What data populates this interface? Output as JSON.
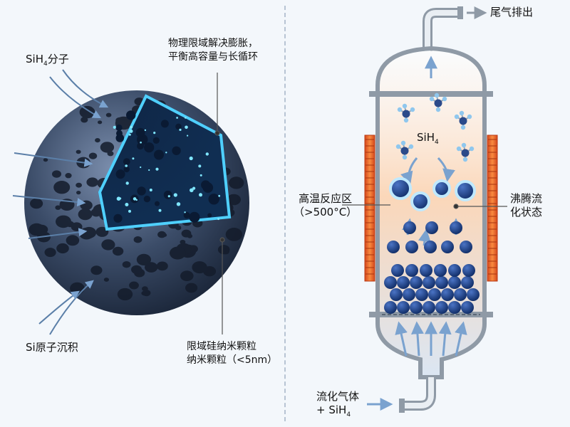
{
  "left_panel": {
    "molecule_label": {
      "prefix": "SiH",
      "sub": "4",
      "suffix": "分子"
    },
    "top_note": [
      "物理限域解决膨胀，",
      "平衡高容量与长循环"
    ],
    "deposition_label": "Si原子沉积",
    "nanoparticle_note": [
      "限域硅纳米颗粒",
      "纳米颗粒（<5nm）"
    ]
  },
  "right_panel": {
    "exhaust_label": "尾气排出",
    "gas_label": {
      "prefix": "SiH",
      "sub": "4"
    },
    "zone_label": [
      "高温反应区",
      "（>500°C）"
    ],
    "fluid_label": [
      "沸腾流",
      "化状态"
    ],
    "inlet_label": {
      "line1": "流化气体",
      "line2_prefix": "+ SiH",
      "line2_sub": "4"
    }
  },
  "colors": {
    "sphere_dark": "#27354d",
    "sphere_light": "#6f83a3",
    "glow": "#4fd0ff",
    "reactor_wall": "#8f9aa6",
    "heater": "#e9632b",
    "particle": "#1d3f86",
    "arrow": "#7aa2cf"
  }
}
